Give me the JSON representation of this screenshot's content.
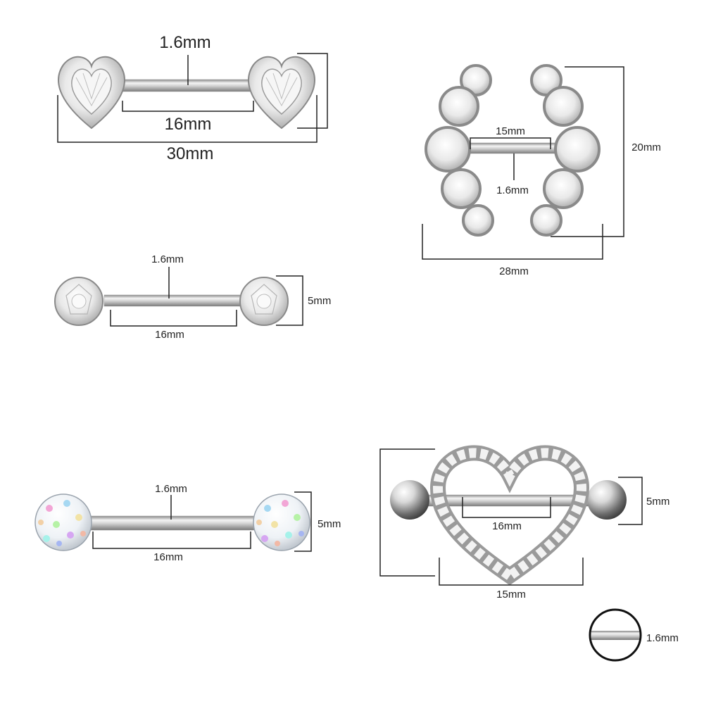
{
  "products": [
    {
      "name": "heart-barbell",
      "labels": {
        "bar_diameter": "1.6mm",
        "bar_length": "16mm",
        "total_width": "30mm"
      }
    },
    {
      "name": "bubble-arc-shield",
      "labels": {
        "inner_length": "15mm",
        "bar_diameter": "1.6mm",
        "height": "20mm",
        "width": "28mm"
      }
    },
    {
      "name": "round-cz-barbell",
      "labels": {
        "bar_diameter": "1.6mm",
        "bar_length": "16mm",
        "gem_size": "5mm"
      }
    },
    {
      "name": "ab-crystal-ball-barbell",
      "labels": {
        "bar_diameter": "1.6mm",
        "bar_length": "16mm",
        "gem_size": "5mm"
      }
    },
    {
      "name": "heart-shield-barbell",
      "labels": {
        "ball_size": "5mm",
        "bar_length": "16mm",
        "shield_width": "15mm"
      }
    }
  ],
  "gauge_detail": {
    "label": "1.6mm"
  }
}
